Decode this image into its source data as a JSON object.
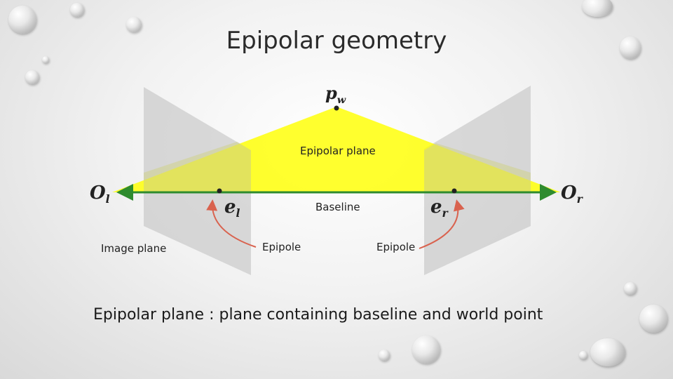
{
  "title": "Epipolar geometry",
  "labels": {
    "epipolar_plane": "Epipolar plane",
    "baseline": "Baseline",
    "image_plane": "Image plane",
    "epipole_left": "Epipole",
    "epipole_right": "Epipole"
  },
  "symbols": {
    "world_point": {
      "base": "p",
      "sub": "w"
    },
    "camera_left": {
      "base": "O",
      "sub": "l"
    },
    "camera_right": {
      "base": "O",
      "sub": "r"
    },
    "epipole_left": {
      "base": "e",
      "sub": "l"
    },
    "epipole_right": {
      "base": "e",
      "sub": "r"
    }
  },
  "caption": {
    "term": "Epipolar plane",
    "separator": " : ",
    "definition": "plane containing baseline and world point"
  },
  "colors": {
    "plane": "#ffff00",
    "baseline": "#2e8b2e",
    "arrows": "#d9624e",
    "image_planes": "#c8c8c8"
  }
}
